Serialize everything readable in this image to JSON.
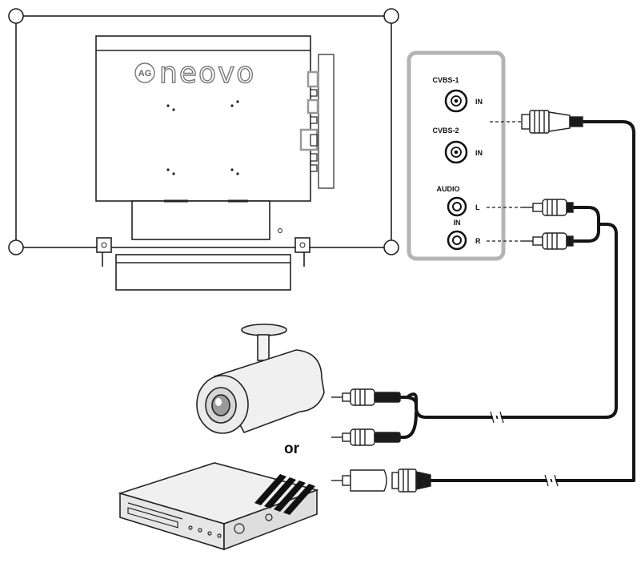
{
  "brand": {
    "name": "neovo",
    "badge": "AG"
  },
  "panel": {
    "cvbs1_label": "CVBS-1",
    "cvbs1_in": "IN",
    "cvbs2_label": "CVBS-2",
    "cvbs2_in": "IN",
    "audio_label": "AUDIO",
    "audio_in": "IN",
    "audio_left": "L",
    "audio_right": "R"
  },
  "devices": {
    "separator": "or"
  },
  "colors": {
    "line": "#222222",
    "panel_border": "#b4b4b4",
    "cable": "#151515",
    "device_fill": "#ececec"
  },
  "icons": [
    "monitor-rear-icon",
    "bnc-connector-icon",
    "rca-plug-icon",
    "cctv-camera-icon",
    "dvr-device-icon"
  ]
}
